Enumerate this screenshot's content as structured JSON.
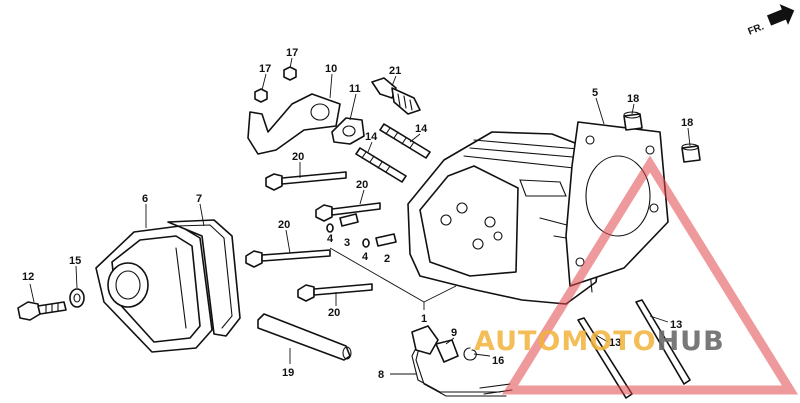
{
  "direction_label": "FR.",
  "callouts": [
    {
      "id": "c17a",
      "text": "17"
    },
    {
      "id": "c17b",
      "text": "17"
    },
    {
      "id": "c10",
      "text": "10"
    },
    {
      "id": "c21",
      "text": "21"
    },
    {
      "id": "c11",
      "text": "11"
    },
    {
      "id": "c14a",
      "text": "14"
    },
    {
      "id": "c14b",
      "text": "14"
    },
    {
      "id": "c5",
      "text": "5"
    },
    {
      "id": "c18a",
      "text": "18"
    },
    {
      "id": "c18b",
      "text": "18"
    },
    {
      "id": "c20a",
      "text": "20"
    },
    {
      "id": "c20b",
      "text": "20"
    },
    {
      "id": "c20c",
      "text": "20"
    },
    {
      "id": "c20d",
      "text": "20"
    },
    {
      "id": "c6",
      "text": "6"
    },
    {
      "id": "c7",
      "text": "7"
    },
    {
      "id": "c4a",
      "text": "4"
    },
    {
      "id": "c3",
      "text": "3"
    },
    {
      "id": "c4b",
      "text": "4"
    },
    {
      "id": "c2",
      "text": "2"
    },
    {
      "id": "c12",
      "text": "12"
    },
    {
      "id": "c15",
      "text": "15"
    },
    {
      "id": "c1",
      "text": "1"
    },
    {
      "id": "c9",
      "text": "9"
    },
    {
      "id": "c16",
      "text": "16"
    },
    {
      "id": "c8",
      "text": "8"
    },
    {
      "id": "c19",
      "text": "19"
    },
    {
      "id": "c13a",
      "text": "13"
    },
    {
      "id": "c13b",
      "text": "13"
    }
  ],
  "watermark": {
    "text_parts": [
      "AUTO",
      "MOTO",
      "HUB"
    ],
    "colors": {
      "auto": "#f2b33a",
      "moto": "#f2b33a",
      "hub": "#6b6b6b",
      "triangle": "#e0474c"
    }
  }
}
